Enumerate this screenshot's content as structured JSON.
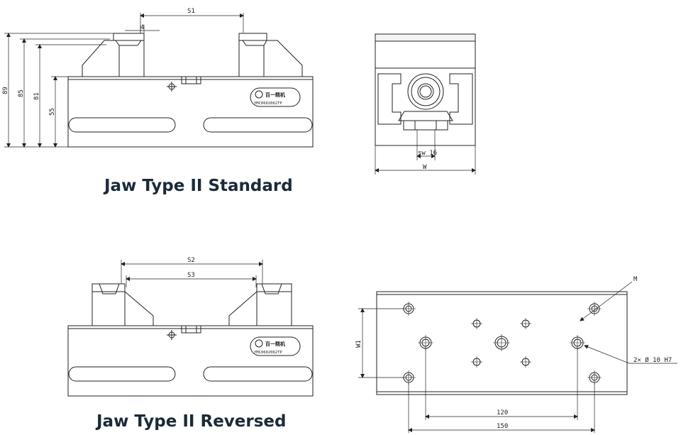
{
  "captions": {
    "standard": "Jaw Type II Standard",
    "reversed": "Jaw Type II  Reversed"
  },
  "dims_standard": {
    "s1": "S1",
    "jaw_width": "4",
    "h1": "89",
    "h2": "85",
    "h3": "81",
    "h4": "55"
  },
  "dims_end": {
    "sw": "sw 16",
    "w": "W"
  },
  "dims_reversed": {
    "s2": "S2",
    "s3": "S3"
  },
  "dims_bottom": {
    "m": "M",
    "w1": "W1",
    "holes": "2× Ø 10 H7",
    "d120": "120",
    "d150": "150"
  },
  "logo": {
    "brand": "百一精机",
    "code": "YMC0602062TP"
  }
}
